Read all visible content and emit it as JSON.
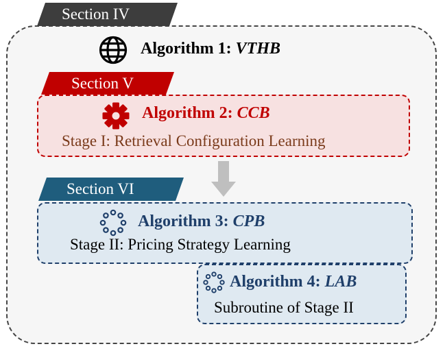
{
  "colors": {
    "section_iv": "#3d3d3d",
    "section_v": "#c00000",
    "section_vi": "#1f5d7d",
    "box_v_fill": "#f7e1e1",
    "box_vi_fill": "#dfe9f1",
    "outer_fill": "#f6f6f6",
    "arrow": "#bfbfbf"
  },
  "section_iv": {
    "tab_label": "Section IV",
    "algorithm": {
      "prefix": "Algorithm 1: ",
      "name": "VTHB",
      "icon": "globe-icon"
    }
  },
  "section_v": {
    "tab_label": "Section V",
    "algorithm": {
      "prefix": "Algorithm 2: ",
      "name": "CCB",
      "icon": "gear-icon"
    },
    "stage": "Stage I: Retrieval Configuration Learning"
  },
  "section_vi": {
    "tab_label": "Section VI",
    "algorithm": {
      "prefix": "Algorithm 3: ",
      "name": "CPB",
      "icon": "dots-ring-icon"
    },
    "stage": "Stage II: Pricing Strategy Learning",
    "subroutine": {
      "algorithm": {
        "prefix": "Algorithm 4: ",
        "name": "LAB",
        "icon": "dots-ring-icon"
      },
      "text": "Subroutine of Stage II"
    }
  }
}
